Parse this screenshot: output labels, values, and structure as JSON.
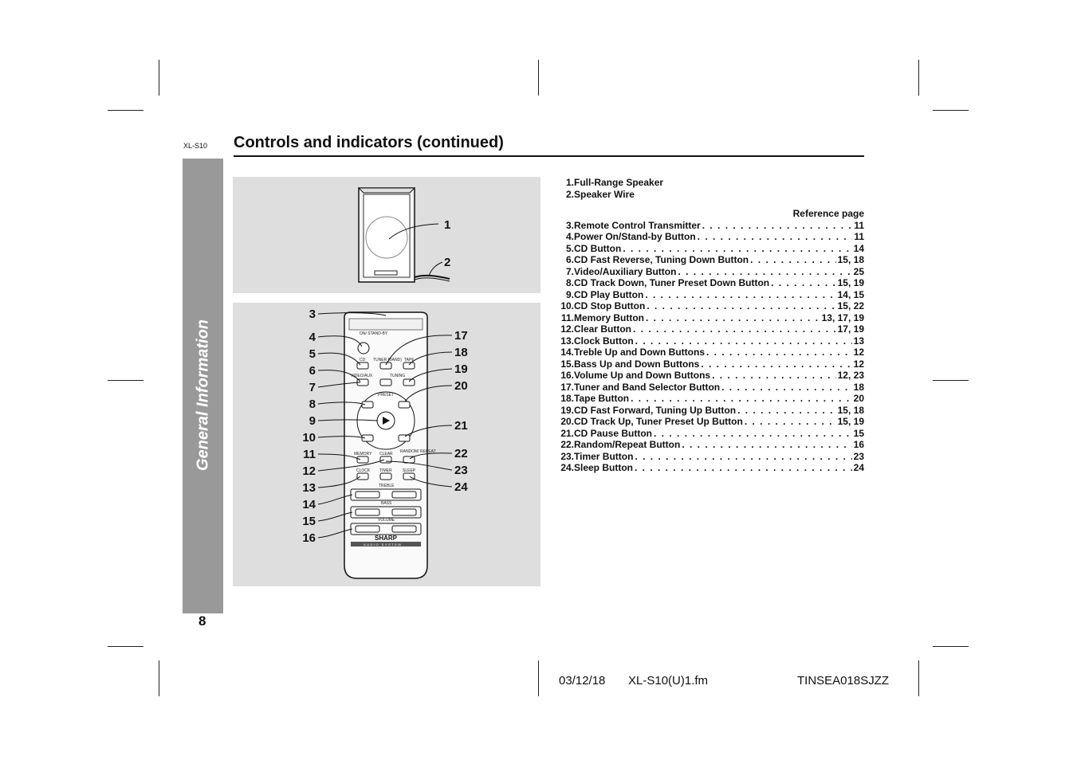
{
  "header": {
    "model_tag": "XL-S10",
    "title": "Controls and indicators (continued)"
  },
  "side_tab": {
    "label": "General Information"
  },
  "page_number": "8",
  "speaker_figure": {
    "callouts": [
      "1",
      "2"
    ]
  },
  "remote_figure": {
    "left_callouts": [
      "3",
      "4",
      "5",
      "6",
      "7",
      "8",
      "9",
      "10",
      "11",
      "12",
      "13",
      "14",
      "15",
      "16"
    ],
    "right_callouts": [
      "17",
      "18",
      "19",
      "20",
      "21",
      "22",
      "23",
      "24"
    ],
    "button_labels": {
      "power": "ON/ STAND-BY",
      "cd": "CD",
      "tuner": "TUNER (BAND)",
      "tape": "TAPE",
      "video": "VIDEO/AUX",
      "tuning": "TUNING",
      "preset": "PRESET",
      "memory": "MEMORY",
      "clear": "CLEAR",
      "random": "RANDOM/ REPEAT",
      "clock": "CLOCK",
      "timer": "TIMER",
      "sleep": "SLEEP",
      "treble": "TREBLE",
      "bass": "BASS",
      "volume": "VOLUME",
      "brand": "SHARP",
      "brand_sub": "AUDIO SYSTEM"
    }
  },
  "parts": {
    "plain": [
      {
        "num": "1.",
        "label": "Full-Range Speaker"
      },
      {
        "num": "2.",
        "label": "Speaker Wire"
      }
    ],
    "ref_header": "Reference page",
    "referenced": [
      {
        "num": "3.",
        "label": "Remote Control Transmitter",
        "page": "11"
      },
      {
        "num": "4.",
        "label": "Power On/Stand-by Button",
        "page": "11"
      },
      {
        "num": "5.",
        "label": "CD Button",
        "page": "14"
      },
      {
        "num": "6.",
        "label": "CD Fast Reverse, Tuning Down Button",
        "page": "15, 18"
      },
      {
        "num": "7.",
        "label": "Video/Auxiliary Button",
        "page": "25"
      },
      {
        "num": "8.",
        "label": "CD Track Down, Tuner Preset Down Button",
        "page": "15, 19"
      },
      {
        "num": "9.",
        "label": "CD Play Button",
        "page": "14, 15"
      },
      {
        "num": "10.",
        "label": "CD Stop Button",
        "page": "15, 22"
      },
      {
        "num": "11.",
        "label": "Memory Button",
        "page": "13, 17, 19"
      },
      {
        "num": "12.",
        "label": "Clear Button",
        "page": "17, 19"
      },
      {
        "num": "13.",
        "label": "Clock Button",
        "page": "13"
      },
      {
        "num": "14.",
        "label": "Treble Up and Down Buttons",
        "page": "12"
      },
      {
        "num": "15.",
        "label": "Bass Up and Down Buttons",
        "page": "12"
      },
      {
        "num": "16.",
        "label": "Volume Up and Down Buttons",
        "page": "12, 23"
      },
      {
        "num": "17.",
        "label": "Tuner and Band Selector Button",
        "page": "18"
      },
      {
        "num": "18.",
        "label": "Tape Button",
        "page": "20"
      },
      {
        "num": "19.",
        "label": "CD Fast Forward, Tuning Up Button",
        "page": "15, 18"
      },
      {
        "num": "20.",
        "label": "CD Track Up, Tuner Preset Up Button",
        "page": "15, 19"
      },
      {
        "num": "21.",
        "label": "CD Pause Button",
        "page": "15"
      },
      {
        "num": "22.",
        "label": "Random/Repeat Button",
        "page": "16"
      },
      {
        "num": "23.",
        "label": "Timer Button",
        "page": "23"
      },
      {
        "num": "24.",
        "label": "Sleep Button",
        "page": "24"
      }
    ]
  },
  "footer": {
    "date": "03/12/18",
    "file": "XL-S10(U)1.fm",
    "code": "TINSEA018SJZZ"
  }
}
